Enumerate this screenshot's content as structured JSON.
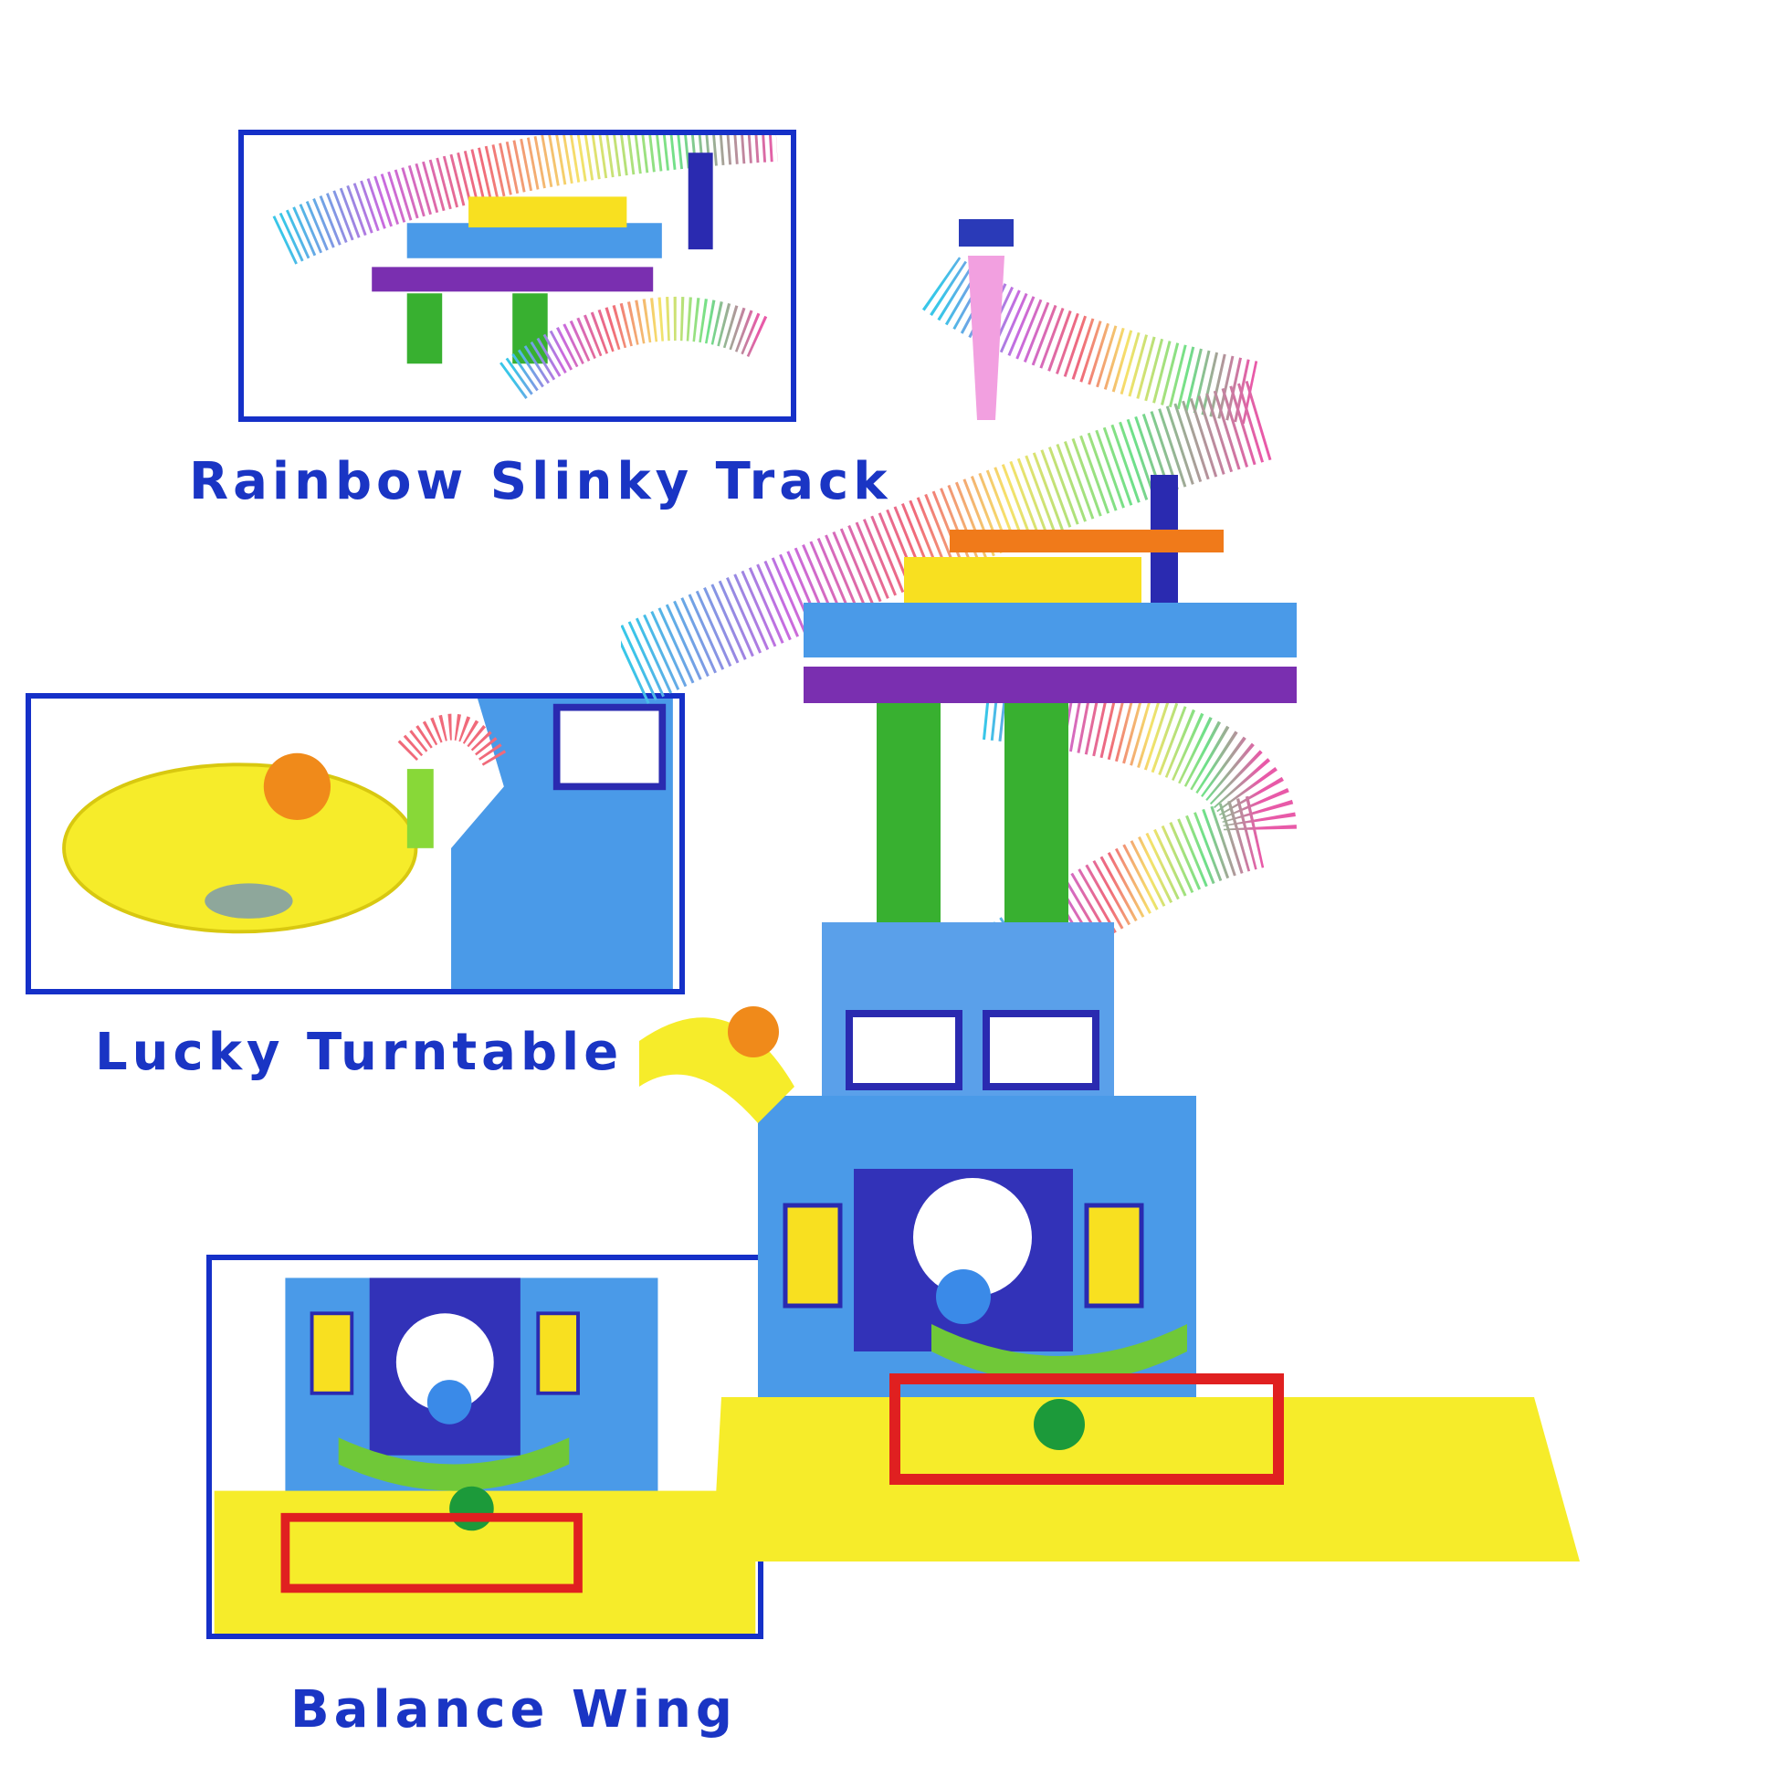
{
  "features": [
    {
      "label": "Rainbow Slinky Track"
    },
    {
      "label": "Lucky Turntable"
    },
    {
      "label": "Balance Wing"
    }
  ],
  "colors": {
    "caption": "#1a35c4",
    "frame": "#1530c8"
  }
}
